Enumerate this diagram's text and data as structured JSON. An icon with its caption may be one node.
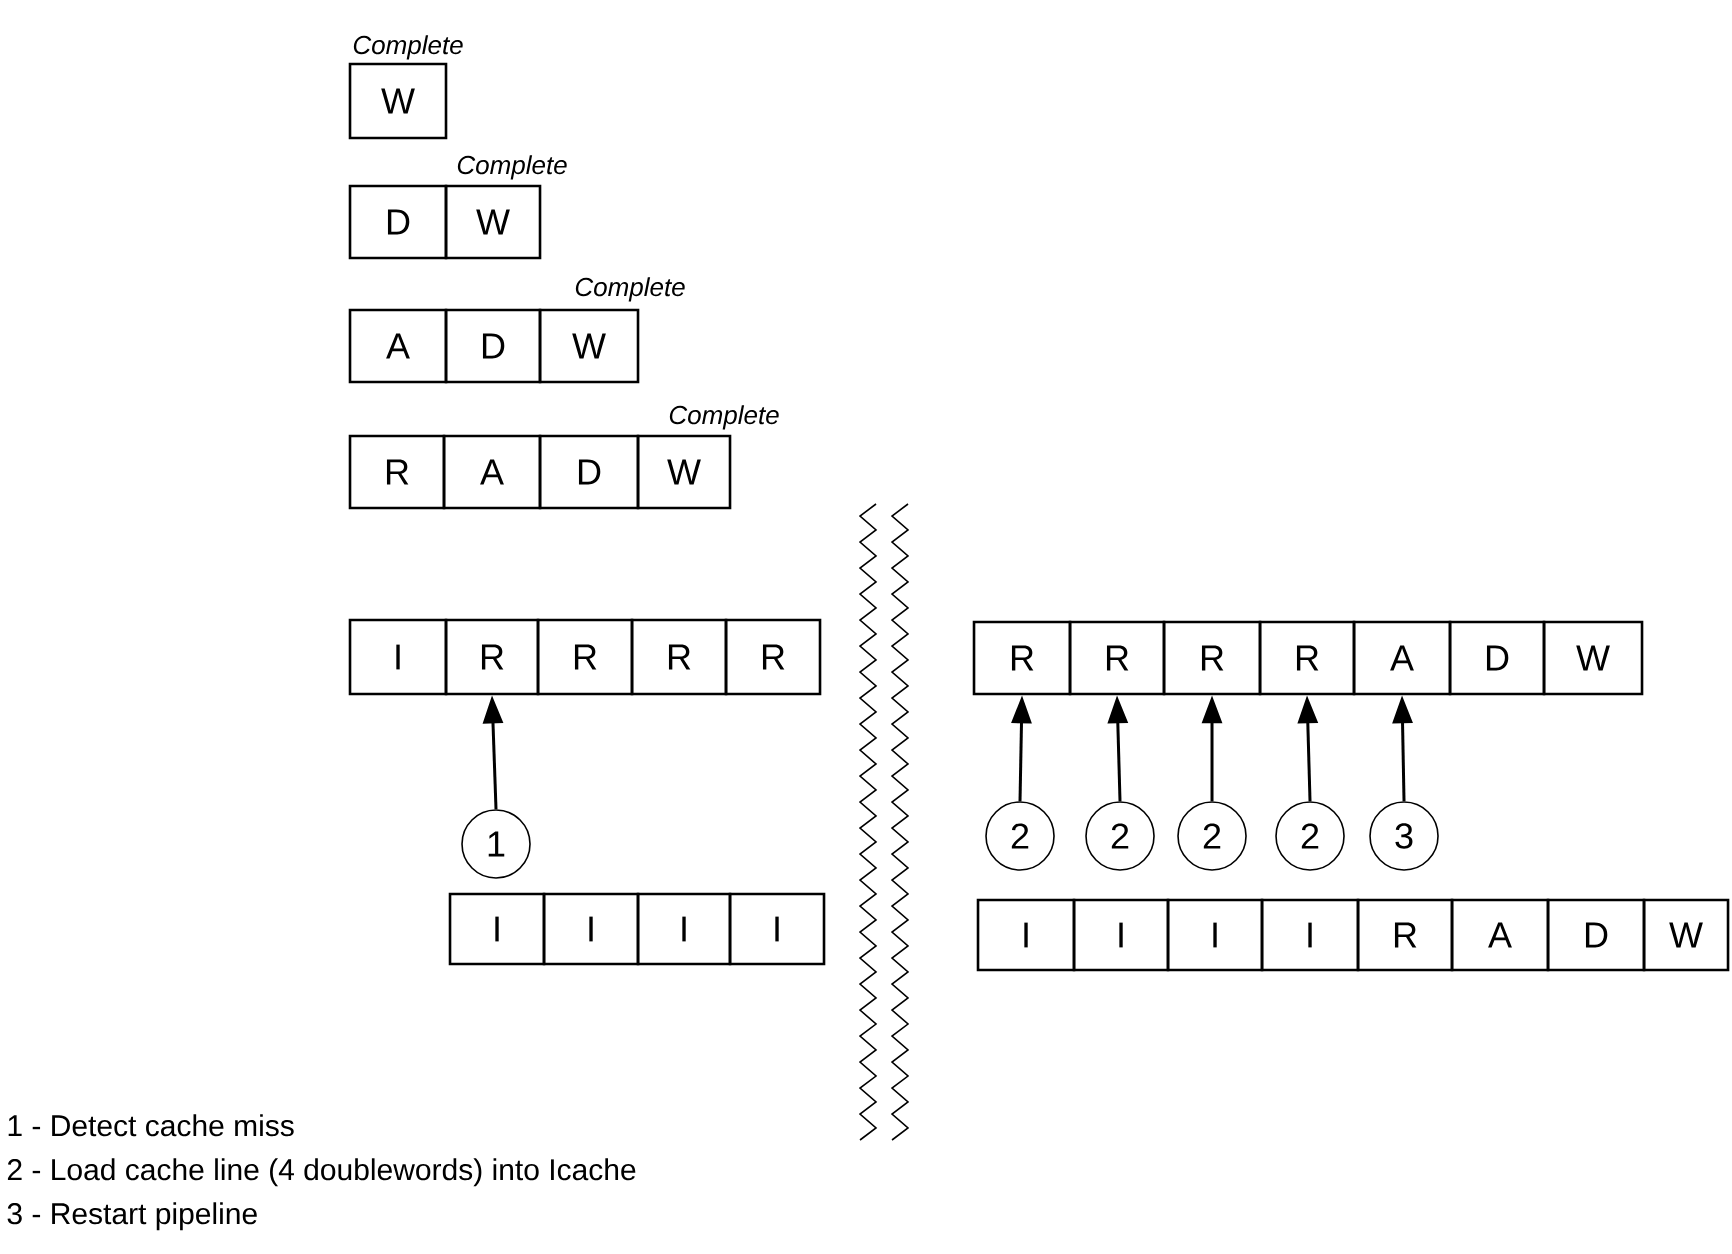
{
  "diagram": {
    "nodes": [
      {
        "text": [
          "W"
        ]
      },
      {
        "text": [
          "D"
        ]
      },
      {
        "text": [
          "W"
        ]
      },
      {
        "text": [
          "A"
        ]
      },
      {
        "text": [
          "D"
        ]
      },
      {
        "text": [
          "W"
        ]
      },
      {
        "text": [
          "R"
        ]
      },
      {
        "text": [
          "A"
        ]
      },
      {
        "text": [
          "D"
        ]
      },
      {
        "text": [
          "W"
        ]
      },
      {
        "text": [
          "I"
        ]
      },
      {
        "text": [
          "R"
        ]
      },
      {
        "text": [
          "R"
        ]
      },
      {
        "text": [
          "R"
        ]
      },
      {
        "text": [
          "R"
        ]
      },
      {
        "text": [
          "R"
        ]
      },
      {
        "text": [
          "R"
        ]
      },
      {
        "text": [
          "R"
        ]
      },
      {
        "text": [
          "R"
        ]
      },
      {
        "text": [
          "A"
        ]
      },
      {
        "text": [
          "D"
        ]
      },
      {
        "text": [
          "W"
        ]
      },
      {
        "text": [
          "1"
        ]
      },
      {
        "text": [
          "2"
        ]
      },
      {
        "text": [
          "2"
        ]
      },
      {
        "text": [
          "2"
        ]
      },
      {
        "text": [
          "2"
        ]
      },
      {
        "text": [
          "3"
        ]
      },
      {
        "text": [
          "I"
        ]
      },
      {
        "text": [
          "I"
        ]
      },
      {
        "text": [
          "I"
        ]
      },
      {
        "text": [
          "I"
        ]
      },
      {
        "text": [
          "I"
        ]
      },
      {
        "text": [
          "I"
        ]
      },
      {
        "text": [
          "I"
        ]
      },
      {
        "text": [
          "I"
        ]
      },
      {
        "text": [
          "R"
        ]
      },
      {
        "text": [
          "A"
        ]
      },
      {
        "text": [
          "D"
        ]
      },
      {
        "text": [
          "W"
        ]
      }
    ],
    "edges": [
      {
        "from": 22,
        "to": 11,
        "arrow": "to"
      },
      {
        "from": 23,
        "to": 15,
        "arrow": "to"
      },
      {
        "from": 24,
        "to": 16,
        "arrow": "to"
      },
      {
        "from": 25,
        "to": 17,
        "arrow": "to"
      },
      {
        "from": 26,
        "to": 18,
        "arrow": "to"
      },
      {
        "from": 27,
        "to": 19,
        "arrow": "to"
      }
    ],
    "labels": [
      "Complete",
      "Complete",
      "Complete",
      "Complete",
      "1 - Detect cache miss",
      "2 - Load cache line (4 doublewords) into Icache",
      "3 - Restart pipeline"
    ]
  }
}
